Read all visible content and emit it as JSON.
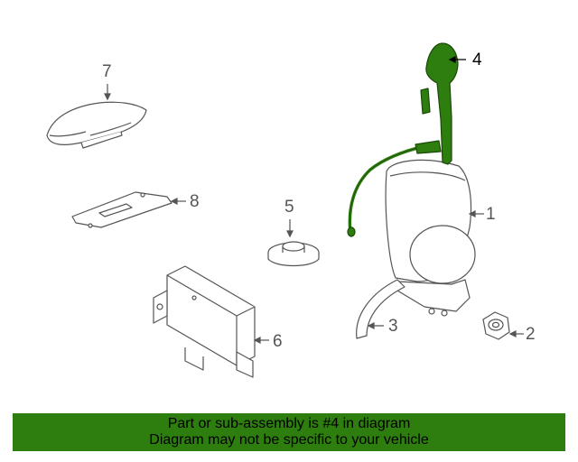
{
  "callouts": [
    {
      "id": "1",
      "label": "1"
    },
    {
      "id": "2",
      "label": "2"
    },
    {
      "id": "3",
      "label": "3"
    },
    {
      "id": "4",
      "label": "4"
    },
    {
      "id": "5",
      "label": "5"
    },
    {
      "id": "6",
      "label": "6"
    },
    {
      "id": "7",
      "label": "7"
    },
    {
      "id": "8",
      "label": "8"
    }
  ],
  "highlighted_part": "4",
  "banner": {
    "line1": "Part or sub-assembly is #4 in diagram",
    "line2": "Diagram may not be specific to your vehicle"
  },
  "colors": {
    "highlight": "#2e7d0f",
    "line": "#555555",
    "banner_bg": "#2e7d0f"
  }
}
